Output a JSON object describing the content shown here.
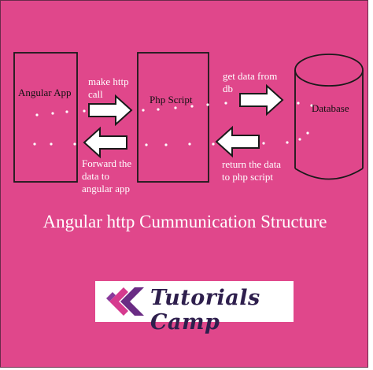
{
  "diagram": {
    "nodes": {
      "angular_app": "Angular App",
      "php_script": "Php Script",
      "database": "Database"
    },
    "edges": {
      "make_http_call": [
        "make http",
        "call"
      ],
      "get_data_from_db": [
        "get data from",
        "db"
      ],
      "forward_data": [
        "Forward the",
        "data to",
        "angular app"
      ],
      "return_data": [
        "return the data",
        "to php script"
      ]
    },
    "title": "Angular http Cummunication Structure"
  },
  "logo": {
    "text": "Tutorials Camp"
  },
  "colors": {
    "background": "#e0478b",
    "box_stroke": "#1a1a1a",
    "arrow_fill": "#ffffff",
    "logo_purple": "#6a2c84",
    "logo_magenta": "#d63b8f"
  }
}
